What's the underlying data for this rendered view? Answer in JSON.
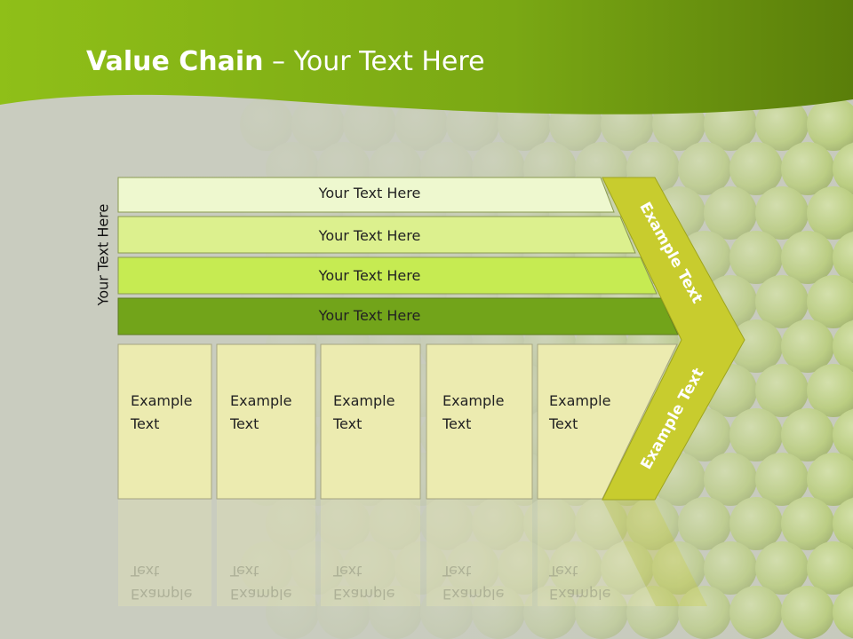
{
  "slide": {
    "title_bold": "Value Chain",
    "title_rest": " – Your Text Here",
    "vertical_label": "Your Text Here"
  },
  "bars": [
    {
      "label": "Your Text Here",
      "color": "#eef8cf"
    },
    {
      "label": "Your Text Here",
      "color": "#dcf08e"
    },
    {
      "label": "Your Text Here",
      "color": "#c6eb52"
    },
    {
      "label": "Your Text Here",
      "color": "#72a41a"
    }
  ],
  "columns": [
    {
      "line1": "Example",
      "line2": "Text"
    },
    {
      "line1": "Example",
      "line2": "Text"
    },
    {
      "line1": "Example",
      "line2": "Text"
    },
    {
      "line1": "Example",
      "line2": "Text"
    },
    {
      "line1": "Example",
      "line2": "Text"
    }
  ],
  "chevron": {
    "upper_text": "Example Text",
    "lower_text": "Example Text",
    "color": "#c8cc2e"
  },
  "colors": {
    "header_green": "#6e9d12",
    "column_fill": "#ecebb0"
  }
}
